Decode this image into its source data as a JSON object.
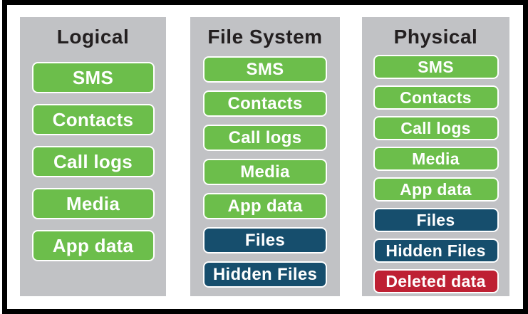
{
  "diagram": {
    "colors": {
      "green": "#6CBE4B",
      "navy": "#164E6D",
      "red": "#BE2033",
      "panel": "#C1C2C5",
      "title": "#231F20",
      "box_border": "#FFFFFF",
      "frame": "#000000"
    },
    "columns": [
      {
        "title": "Logical",
        "boxes": [
          {
            "label": "SMS",
            "type": "green"
          },
          {
            "label": "Contacts",
            "type": "green"
          },
          {
            "label": "Call logs",
            "type": "green"
          },
          {
            "label": "Media",
            "type": "green"
          },
          {
            "label": "App data",
            "type": "green"
          }
        ]
      },
      {
        "title": "File System",
        "boxes": [
          {
            "label": "SMS",
            "type": "green"
          },
          {
            "label": "Contacts",
            "type": "green"
          },
          {
            "label": "Call logs",
            "type": "green"
          },
          {
            "label": "Media",
            "type": "green"
          },
          {
            "label": "App data",
            "type": "green"
          },
          {
            "label": "Files",
            "type": "navy"
          },
          {
            "label": "Hidden Files",
            "type": "navy"
          }
        ]
      },
      {
        "title": "Physical",
        "boxes": [
          {
            "label": "SMS",
            "type": "green"
          },
          {
            "label": "Contacts",
            "type": "green"
          },
          {
            "label": "Call logs",
            "type": "green"
          },
          {
            "label": "Media",
            "type": "green"
          },
          {
            "label": "App data",
            "type": "green"
          },
          {
            "label": "Files",
            "type": "navy"
          },
          {
            "label": "Hidden Files",
            "type": "navy"
          },
          {
            "label": "Deleted data",
            "type": "red"
          }
        ]
      }
    ]
  }
}
